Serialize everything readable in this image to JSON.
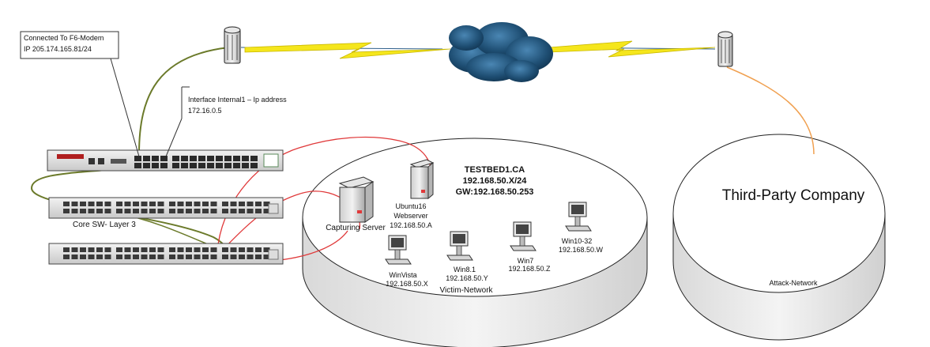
{
  "callouts": {
    "modem_line1": "Connected To F6-Modem",
    "modem_line2": "IP 205.174.165.81/24",
    "iface_line1": "Interface Internal1 – Ip address",
    "iface_line2": "172.16.0.5"
  },
  "core_switch_label": "Core SW- Layer 3",
  "victim": {
    "title": "TESTBED1.CA",
    "subnet": "192.168.50.X/24",
    "gateway": "GW:192.168.50.253",
    "network_label": "Victim-Network",
    "capturing_server": "Capturing Server",
    "webserver_name": "Ubuntu16",
    "webserver_role": "Webserver",
    "webserver_ip": "192.168.50.A",
    "hosts": [
      {
        "name": "WinVista",
        "ip": "192.168.50.X"
      },
      {
        "name": "Win8.1",
        "ip": "192.168.50.Y"
      },
      {
        "name": "Win7",
        "ip": "192.168.50.Z"
      },
      {
        "name": "Win10-32",
        "ip": "192.168.50.W"
      }
    ]
  },
  "attack": {
    "company": "Third-Party Company",
    "network_label": "Attack-Network"
  },
  "colors": {
    "olive_cable": "#6b7a2a",
    "red_cable": "#e0393a",
    "orange_cable": "#f0a050",
    "lightning": "#f5e61c",
    "cloud": "#1f4f74"
  }
}
